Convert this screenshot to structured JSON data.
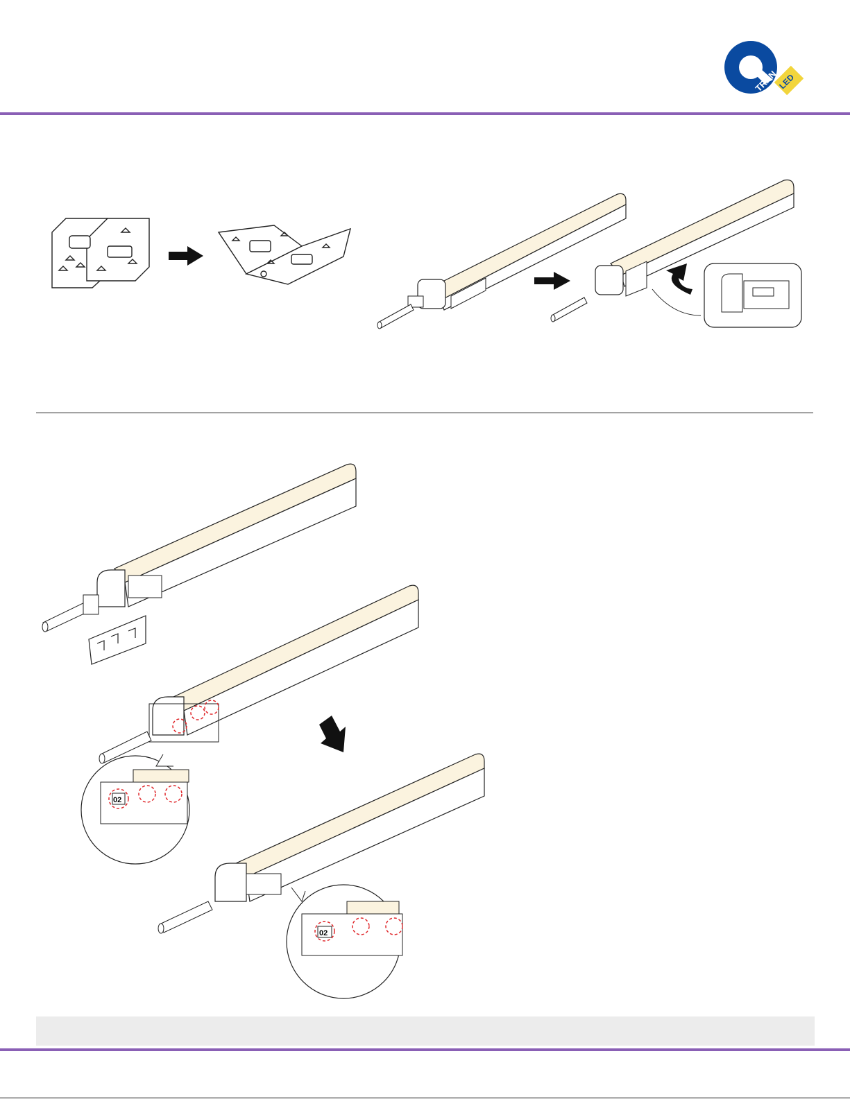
{
  "logo": {
    "letter": "Q",
    "word1": "TRAN",
    "word2": "LED"
  },
  "colors": {
    "brand_blue": "#0a4aa0",
    "brand_yellow": "#f2d53c",
    "rule_purple": "#8a5fb5",
    "lens": "#fbf3df",
    "note_band": "#ececec",
    "highlight_red": "#e0272b"
  },
  "callouts": {
    "label_a": "02",
    "label_b": "02"
  }
}
